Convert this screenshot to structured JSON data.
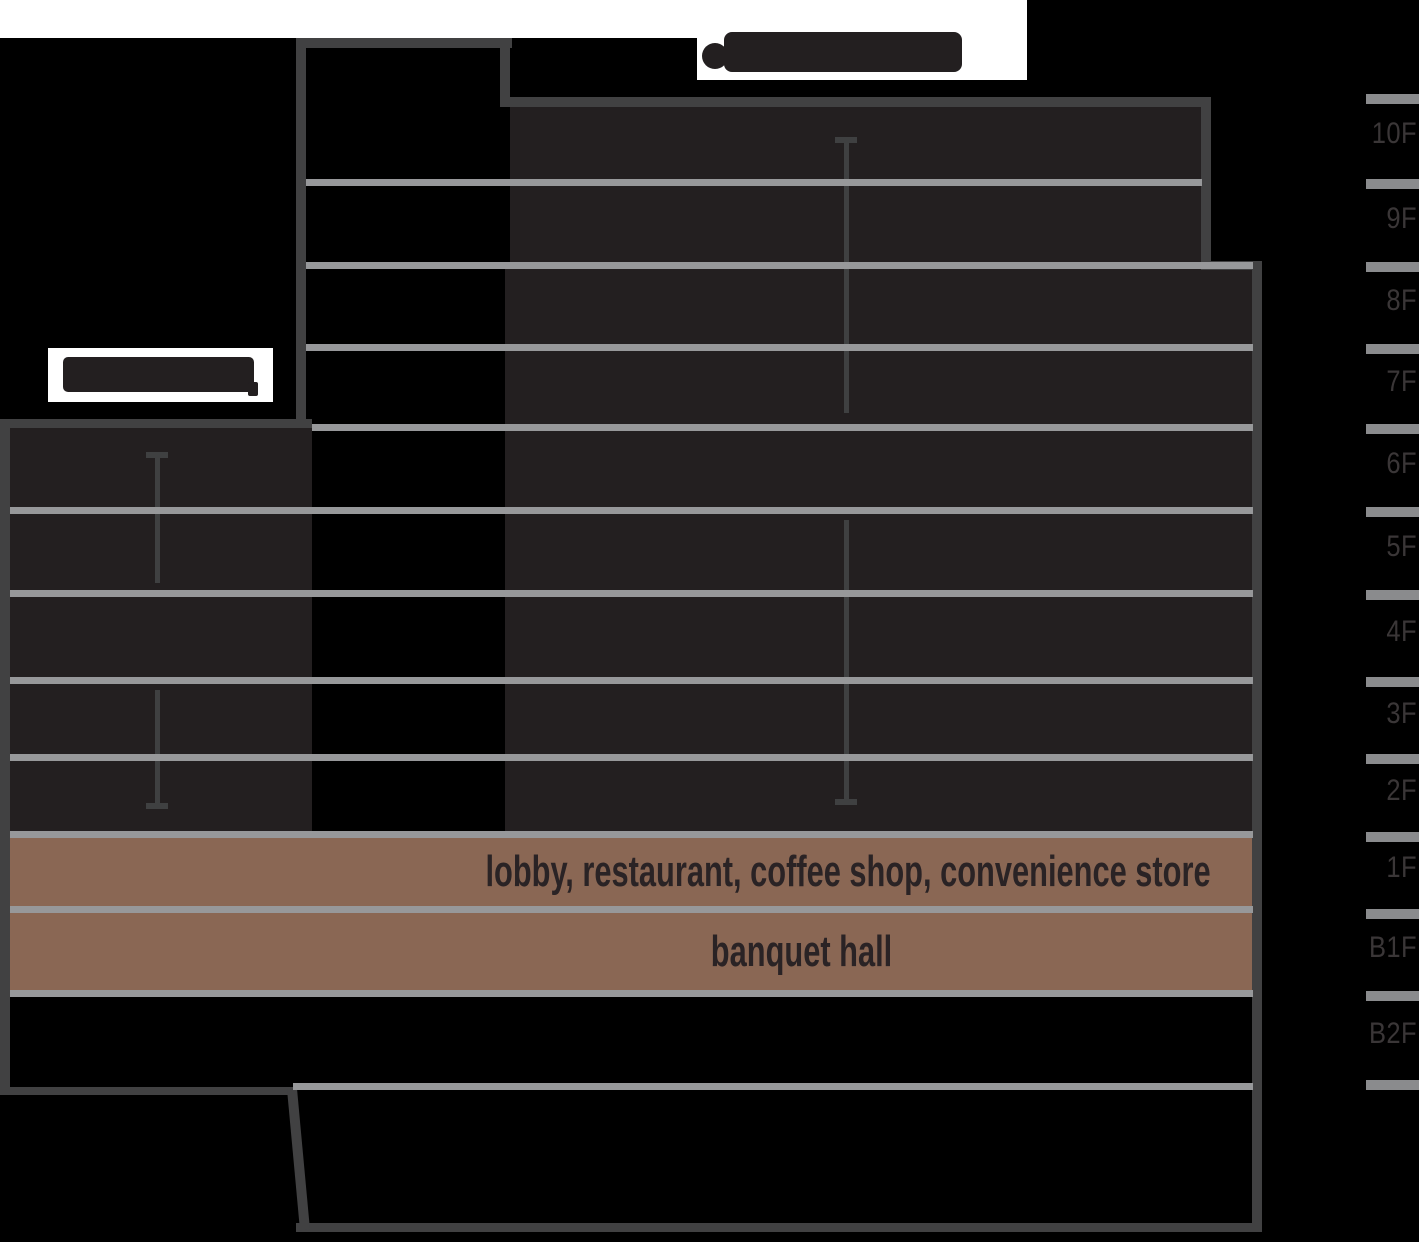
{
  "diagram": {
    "type": "building-cross-section-floor-guide",
    "top_label": {
      "text": "",
      "redacted": true
    },
    "annex_label": {
      "text": "",
      "redacted": true
    },
    "floors": {
      "labels": [
        "10F",
        "9F",
        "8F",
        "7F",
        "6F",
        "5F",
        "4F",
        "3F",
        "2F",
        "1F",
        "B1F",
        "B2F"
      ]
    },
    "floor_uses": {
      "f1": "lobby, restaurant, coffee shop, convenience store",
      "b1f": "banquet hall"
    },
    "colors": {
      "background": "#000000",
      "interior": "#231f20",
      "walls": "#414142",
      "floor_lines": "#97989a",
      "ticks": "#8a8b8d",
      "highlight_band": "#8a6754",
      "band_text": "#2a2325",
      "floor_label_text": "#3a3637",
      "label_background": "#ffffff"
    }
  }
}
